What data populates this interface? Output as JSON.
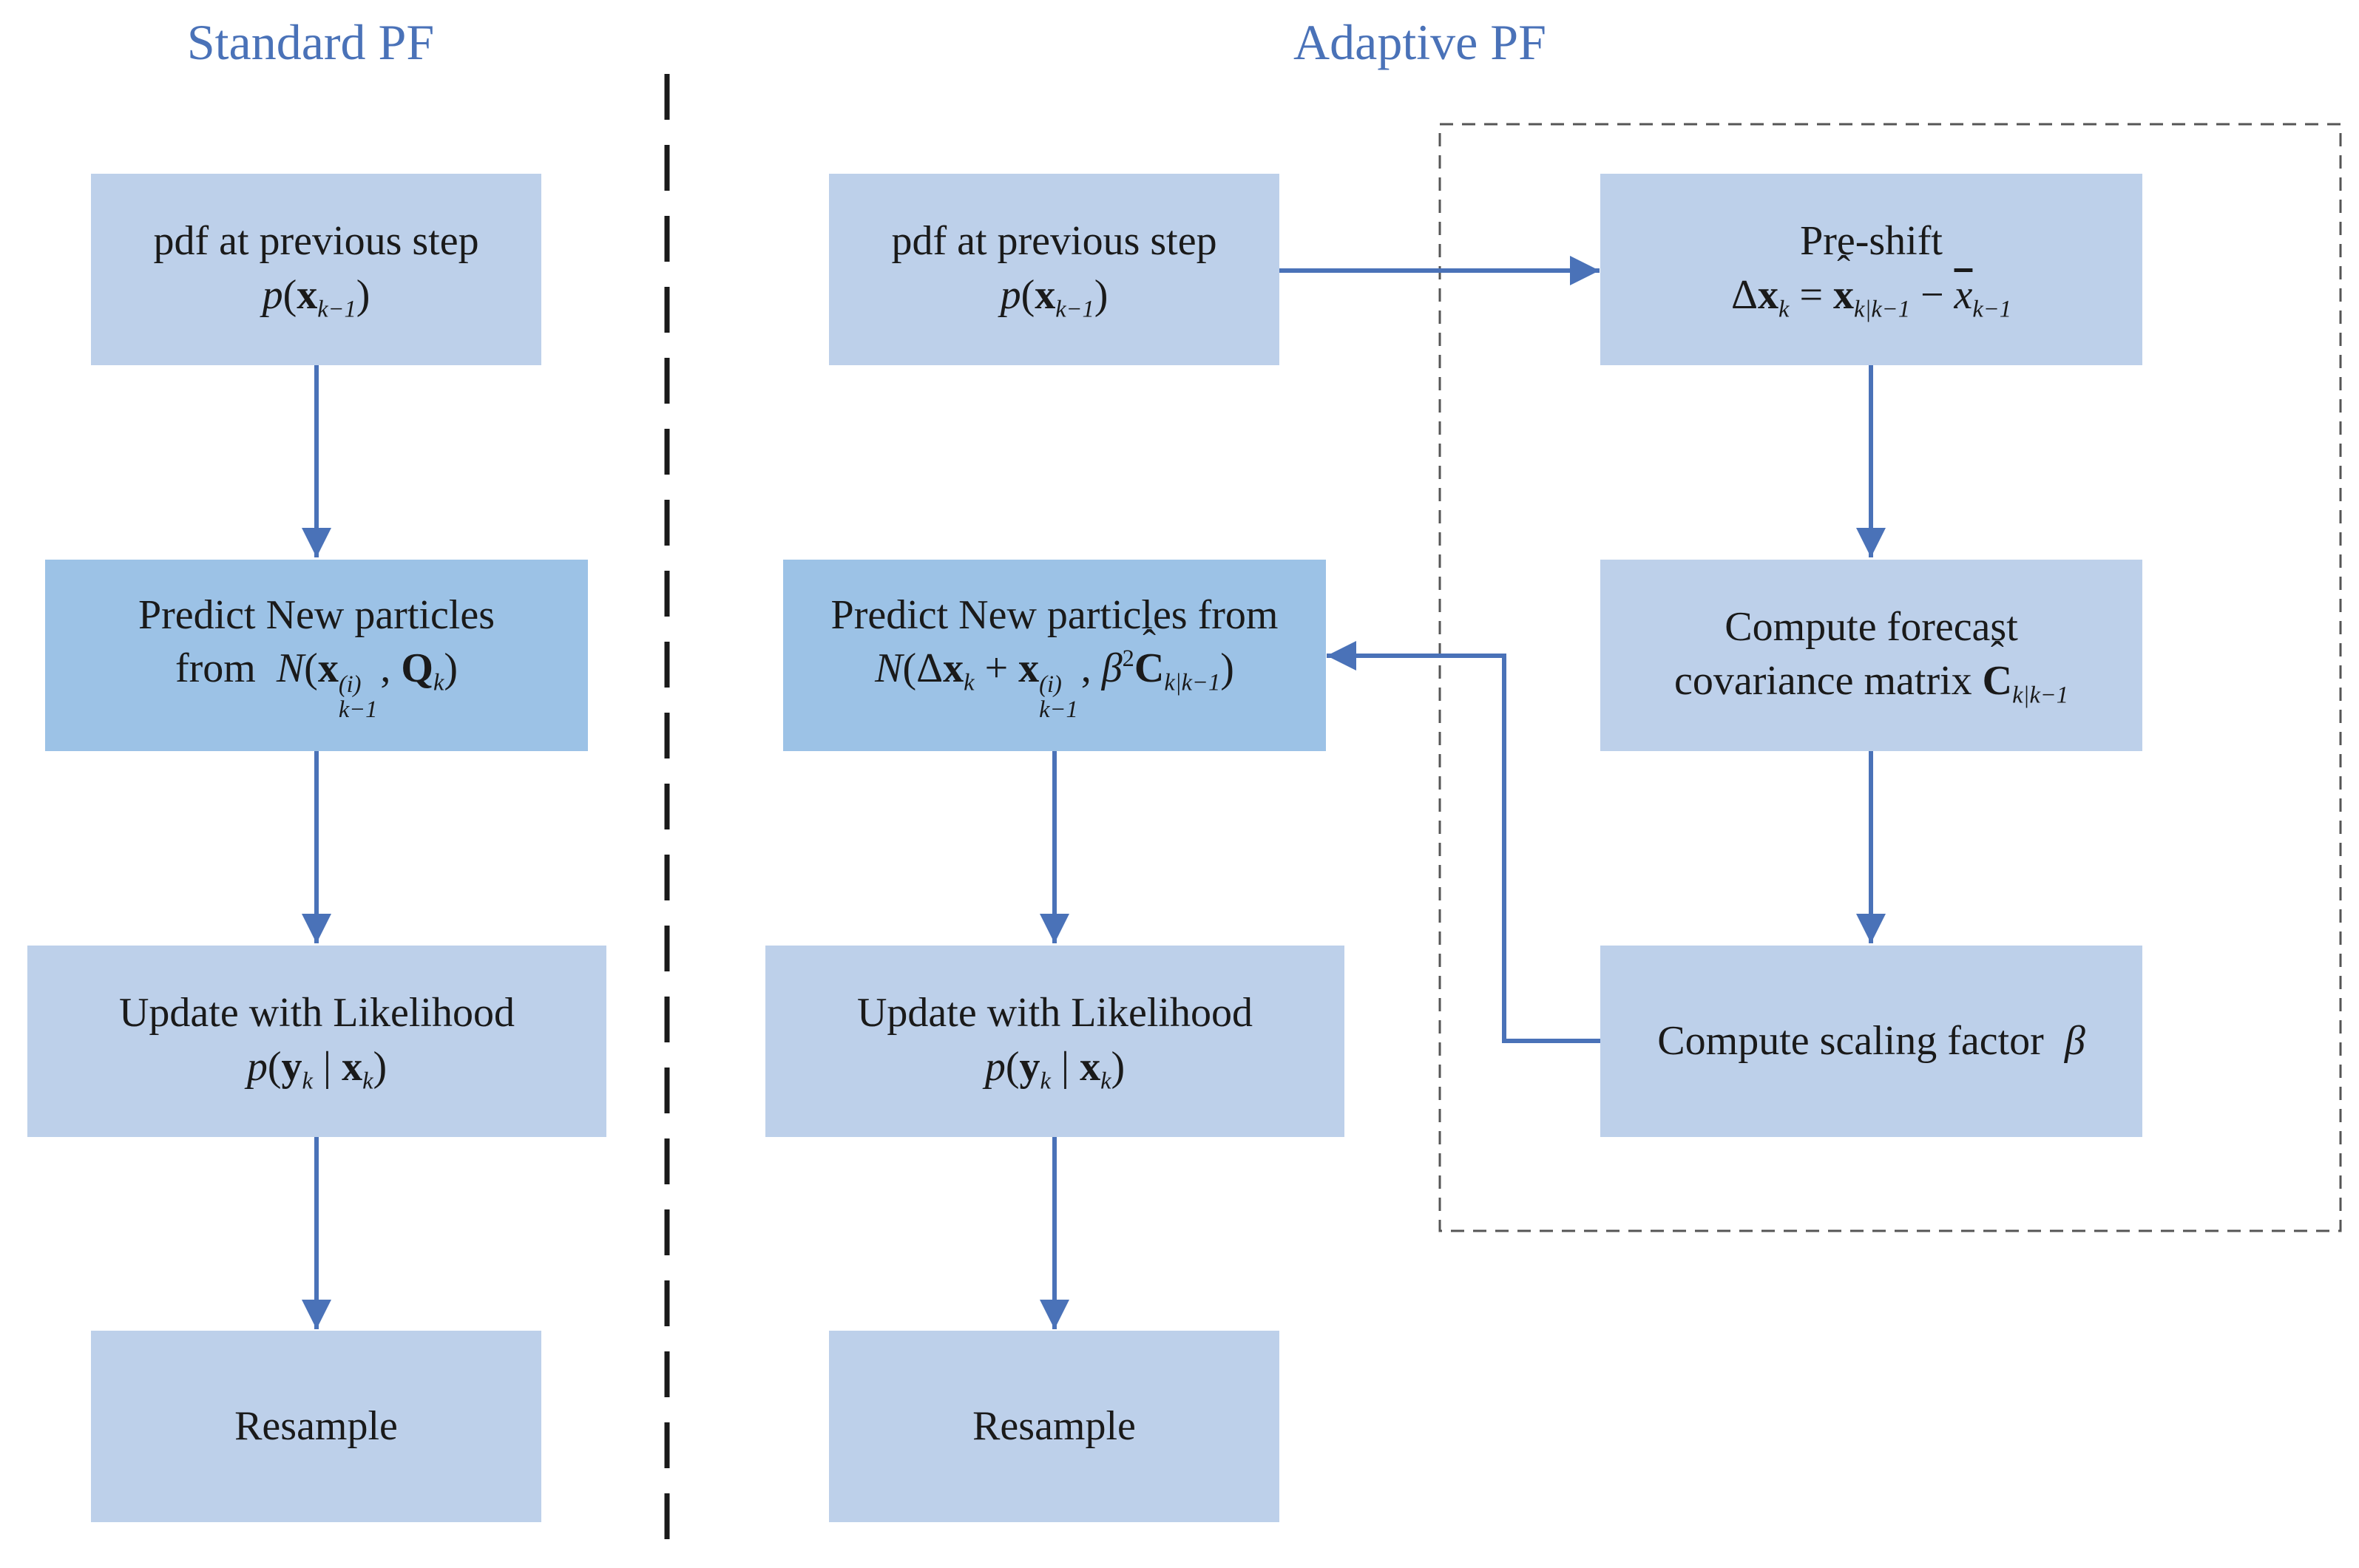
{
  "titles": {
    "standard": "Standard PF",
    "adaptive": "Adaptive PF"
  },
  "standard": {
    "pdf_prev_text": "pdf at previous step",
    "predict_line1": "Predict New particles",
    "predict_from": "from",
    "update_text": "Update with Likelihood",
    "resample_text": "Resample"
  },
  "adaptive": {
    "pdf_prev_text": "pdf at previous step",
    "predict_line1": "Predict New particles from",
    "update_text": "Update with Likelihood",
    "resample_text": "Resample",
    "preshift_title": "Pre-shift",
    "forecast_line1": "Compute forecast",
    "forecast_line2": "covariance matrix",
    "scaling_text": "Compute scaling factor"
  },
  "colors": {
    "title_blue": "#4a72b8",
    "box_fill": "#bdd0ea",
    "predict_fill": "#9cc2e6",
    "arrow_blue": "#4a72b8",
    "divider": "#1a1a1a",
    "dashed_frame": "#555555"
  }
}
